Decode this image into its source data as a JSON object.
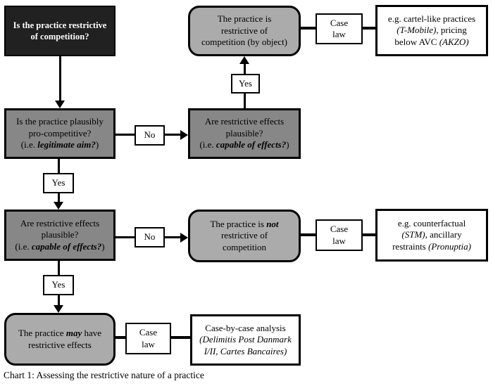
{
  "caption": "Chart 1: Assessing the restrictive nature of a practice",
  "colors": {
    "start_box": "#212121",
    "question_box": "#878787",
    "outcome_box": "#ababab",
    "line": "#000000",
    "text_on_dark": "#ffffff"
  },
  "labels": {
    "yes": "Yes",
    "no": "No",
    "case_line1": "Case",
    "case_line2": "law"
  },
  "nodes": {
    "start": {
      "l1": "Is the practice restrictive",
      "l2": "of competition?"
    },
    "by_object": {
      "l1": "The practice is",
      "l2": "restrictive of",
      "l3": "competition (by object)"
    },
    "example_by_object": {
      "l1": "e.g. cartel-like practices",
      "l2_italic": "(T-Mobile)",
      "l2_rest": ", pricing",
      "l3_pre": "below AVC ",
      "l3_italic": "(AKZO)"
    },
    "pro_competitive": {
      "l1": "Is the practice plausibly",
      "l2": "pro-competitive?",
      "l3_pre": "(i.e. ",
      "l3_bi": "legitimate aim?",
      "l3_post": ")"
    },
    "effects_plausible_top": {
      "l1": "Are restrictive effects",
      "l2": "plausible?",
      "l3_pre": "(i.e. ",
      "l3_bi": "capable of effects?",
      "l3_post": ")"
    },
    "effects_plausible_left": {
      "l1": "Are restrictive effects",
      "l2": "plausible?",
      "l3_pre": "(i.e. ",
      "l3_bi": "capable of effects?",
      "l3_post": ")"
    },
    "not_restrictive": {
      "l1_pre": "The practice is ",
      "l1_bi": "not",
      "l2": "restrictive of",
      "l3": "competition"
    },
    "example_not_restrictive": {
      "l1": "e.g. counterfactual",
      "l2_italic": "(STM)",
      "l2_rest": ", ancillary",
      "l3_pre": "restraints ",
      "l3_italic": "(Pronuptia)"
    },
    "may_have_effects": {
      "l1_pre": "The practice ",
      "l1_bi": "may",
      "l1_post": " have",
      "l2": "restrictive effects"
    },
    "example_case_by_case": {
      "l1": "Case-by-case analysis",
      "l2_italic": "(Delimitis Post Danmark",
      "l3_italic": "I/II, Cartes Bancaires)"
    }
  }
}
